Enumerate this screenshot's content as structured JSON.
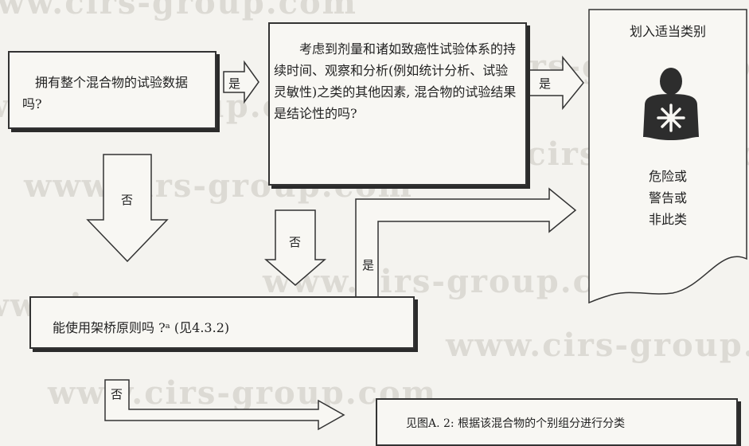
{
  "watermark": "www.cirs-group.com",
  "boxes": {
    "q1": "拥有整个混合物的试验数据吗?",
    "q2": "考虑到剂量和诸如致癌性试验体系的持续时间、观察和分析(例如统计分析、试验灵敏性)之类的其他因素, 混合物的试验结果是结论性的吗?",
    "q3": "能使用架桥原则吗 ?ᵃ (见4.3.2)",
    "result": {
      "title": "划入适当类别",
      "lines": [
        "危险或",
        "警告或",
        "非此类"
      ]
    },
    "see": "见图A. 2: 根据该混合物的个别组分进行分类"
  },
  "labels": {
    "yes1": "是",
    "yes2": "是",
    "no1": "否",
    "no2": "否",
    "yes3": "是",
    "no3": "否"
  },
  "icon": "health-hazard-pictogram"
}
